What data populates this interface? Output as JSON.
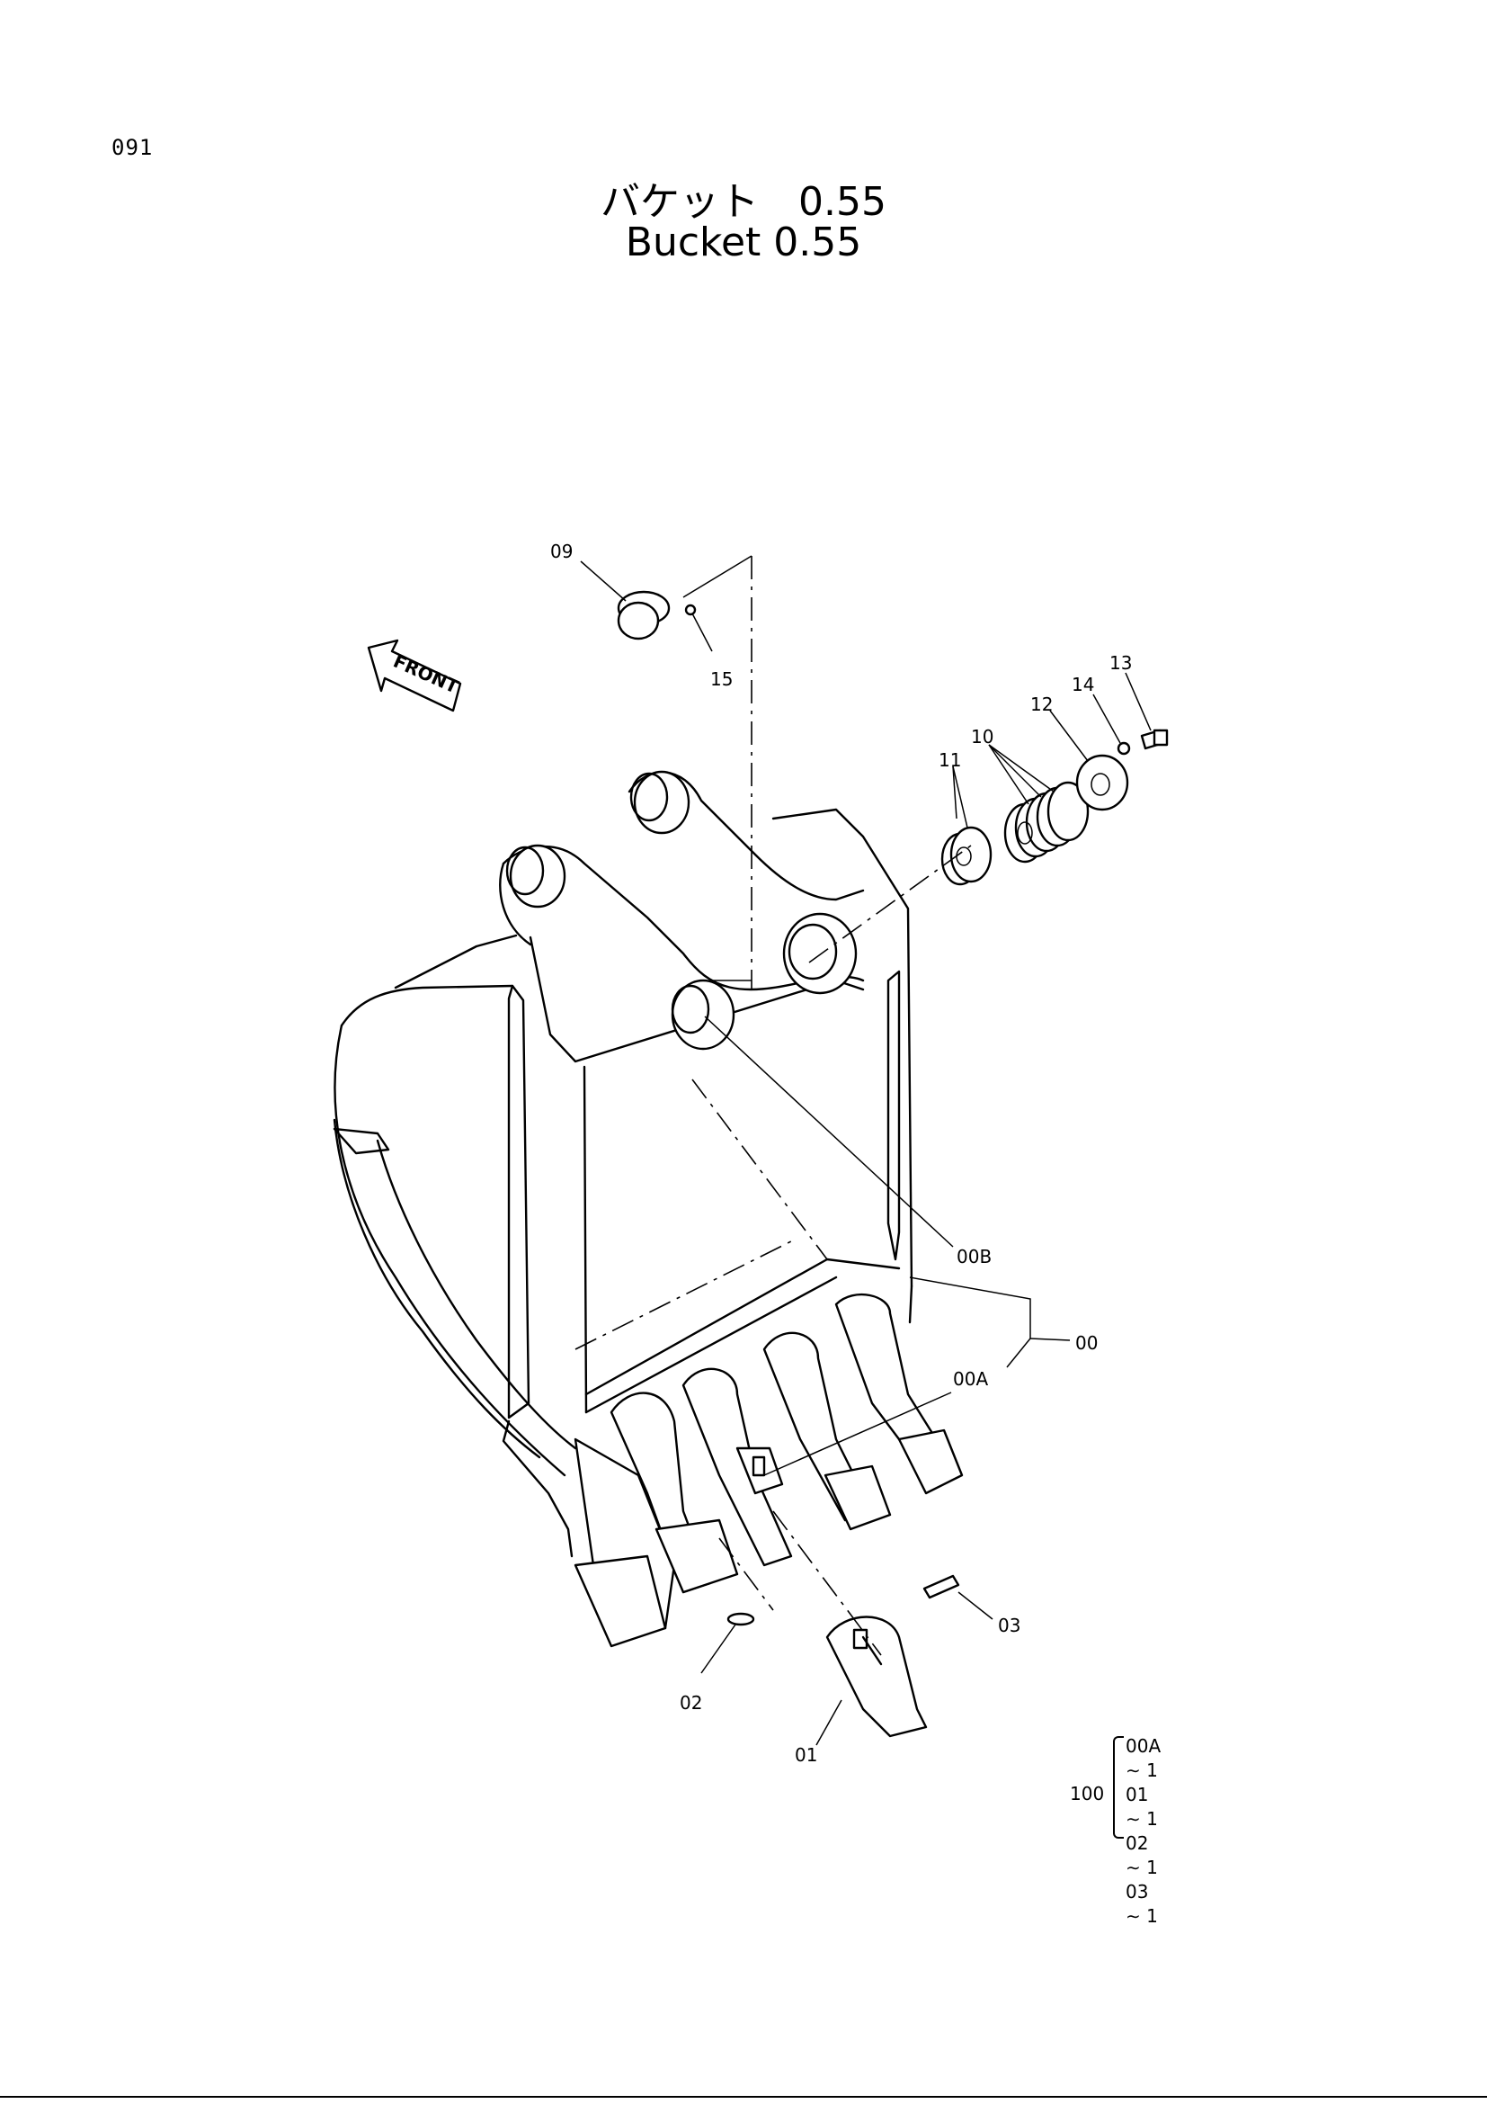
{
  "page": {
    "number": "091"
  },
  "title": {
    "japanese": "バケット　0.55",
    "english": "Bucket 0.55"
  },
  "diagram": {
    "direction_marker": "FRONT",
    "callouts": {
      "c09": "09",
      "c15": "15",
      "c11": "11",
      "c10": "10",
      "c12": "12",
      "c14": "14",
      "c13": "13",
      "c00B": "00B",
      "c00": "00",
      "c00A": "00A",
      "c03": "03",
      "c02": "02",
      "c01": "01"
    }
  },
  "kit": {
    "number": "100",
    "items": [
      {
        "part": "00A",
        "qty": "∼ 1"
      },
      {
        "part": "01",
        "qty": "∼ 1"
      },
      {
        "part": "02",
        "qty": "∼ 1"
      },
      {
        "part": "03",
        "qty": "∼ 1"
      }
    ]
  }
}
